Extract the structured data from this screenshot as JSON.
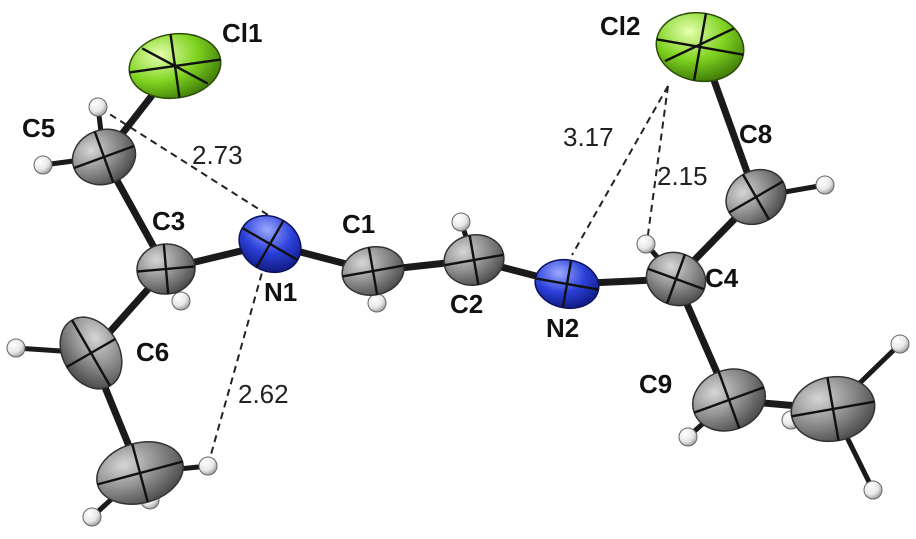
{
  "atoms": [
    {
      "id": "Cl1",
      "element": "Cl",
      "label": "Cl1"
    },
    {
      "id": "Cl2",
      "element": "Cl",
      "label": "Cl2"
    },
    {
      "id": "C5",
      "element": "C",
      "label": "C5"
    },
    {
      "id": "C3",
      "element": "C",
      "label": "C3"
    },
    {
      "id": "C6",
      "element": "C",
      "label": "C6"
    },
    {
      "id": "C7",
      "element": "C",
      "label": ""
    },
    {
      "id": "N1",
      "element": "N",
      "label": "N1"
    },
    {
      "id": "C1",
      "element": "C",
      "label": "C1"
    },
    {
      "id": "C2",
      "element": "C",
      "label": "C2"
    },
    {
      "id": "N2",
      "element": "N",
      "label": "N2"
    },
    {
      "id": "C4",
      "element": "C",
      "label": "C4"
    },
    {
      "id": "C8",
      "element": "C",
      "label": "C8"
    },
    {
      "id": "C9",
      "element": "C",
      "label": "C9"
    },
    {
      "id": "C10",
      "element": "C",
      "label": ""
    }
  ],
  "bonds": [
    [
      "Cl1",
      "C5"
    ],
    [
      "C5",
      "C3"
    ],
    [
      "C3",
      "C6"
    ],
    [
      "C6",
      "C7"
    ],
    [
      "C3",
      "N1"
    ],
    [
      "N1",
      "C1"
    ],
    [
      "C1",
      "C2"
    ],
    [
      "C2",
      "N2"
    ],
    [
      "N2",
      "C4"
    ],
    [
      "C4",
      "C8"
    ],
    [
      "C8",
      "Cl2"
    ],
    [
      "C4",
      "C9"
    ],
    [
      "C9",
      "C10"
    ]
  ],
  "contacts": [
    {
      "from": "H-C5",
      "to": "N1",
      "distance": "2.73"
    },
    {
      "from": "N1",
      "to": "H-C7",
      "distance": "2.62"
    },
    {
      "from": "Cl2",
      "to": "N2",
      "distance": "3.17"
    },
    {
      "from": "Cl2",
      "to": "H-C4",
      "distance": "2.15"
    }
  ],
  "colors": {
    "carbon": "#8a8a8a",
    "nitrogen": "#2a3fd8",
    "chlorine": "#7fd320",
    "hydrogen": "#f2f2f2",
    "bond": "#1a1a1a"
  }
}
